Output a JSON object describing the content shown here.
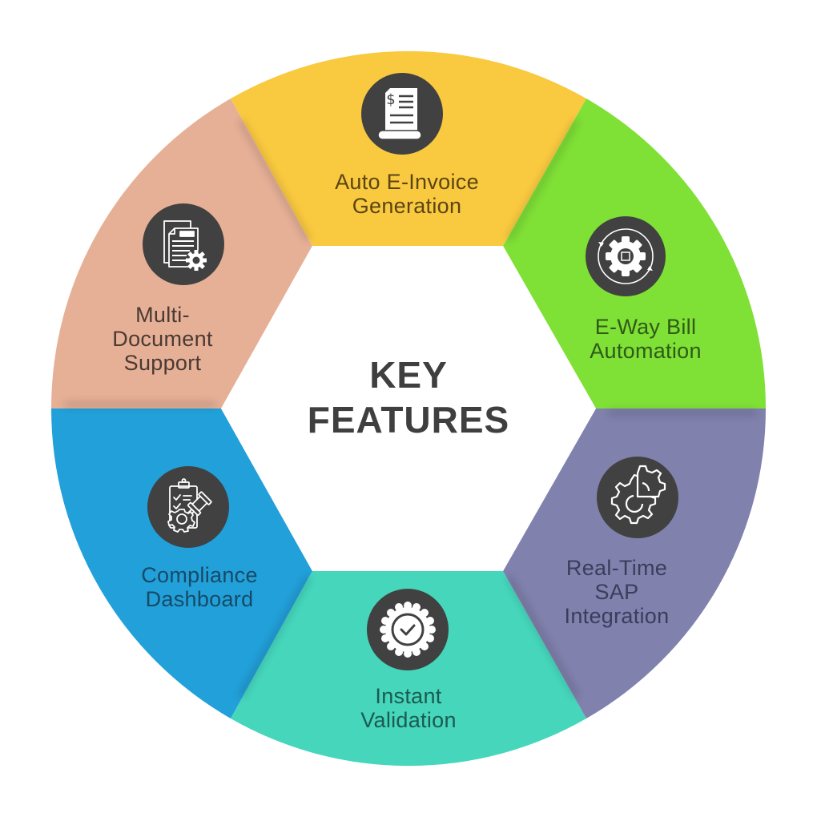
{
  "title": {
    "line1": "KEY",
    "line2": "FEATURES"
  },
  "colors": {
    "auto_einvoice": "#f9c940",
    "eway_bill": "#7fe036",
    "realtime_sap": "#8081ad",
    "instant_validation": "#45d6bb",
    "compliance_dashboard": "#22a0da",
    "multi_document": "#e6b097",
    "icon_circle": "#414141",
    "title_text": "#3f3f3f"
  },
  "segments": [
    {
      "id": "auto-einvoice",
      "icon": "invoice-document-icon",
      "lines": [
        "Auto E-Invoice",
        "Generation"
      ],
      "text_color": "#5a4513"
    },
    {
      "id": "eway-bill",
      "icon": "gear-chip-sync-icon",
      "lines": [
        "E-Way Bill",
        "Automation"
      ],
      "text_color": "#2f5a17"
    },
    {
      "id": "realtime-sap",
      "icon": "gear-clock-integration-icon",
      "lines": [
        "Real-Time",
        "SAP",
        "Integration"
      ],
      "text_color": "#3c3d5c"
    },
    {
      "id": "instant-validation",
      "icon": "badge-check-icon",
      "lines": [
        "Instant",
        "Validation"
      ],
      "text_color": "#1d5a50"
    },
    {
      "id": "compliance-dashboard",
      "icon": "clipboard-gavel-gear-icon",
      "lines": [
        "Compliance",
        "Dashboard"
      ],
      "text_color": "#174a66"
    },
    {
      "id": "multi-document",
      "icon": "multi-document-gear-icon",
      "lines": [
        "Multi-",
        "Document",
        "Support"
      ],
      "text_color": "#4a3a33"
    }
  ]
}
